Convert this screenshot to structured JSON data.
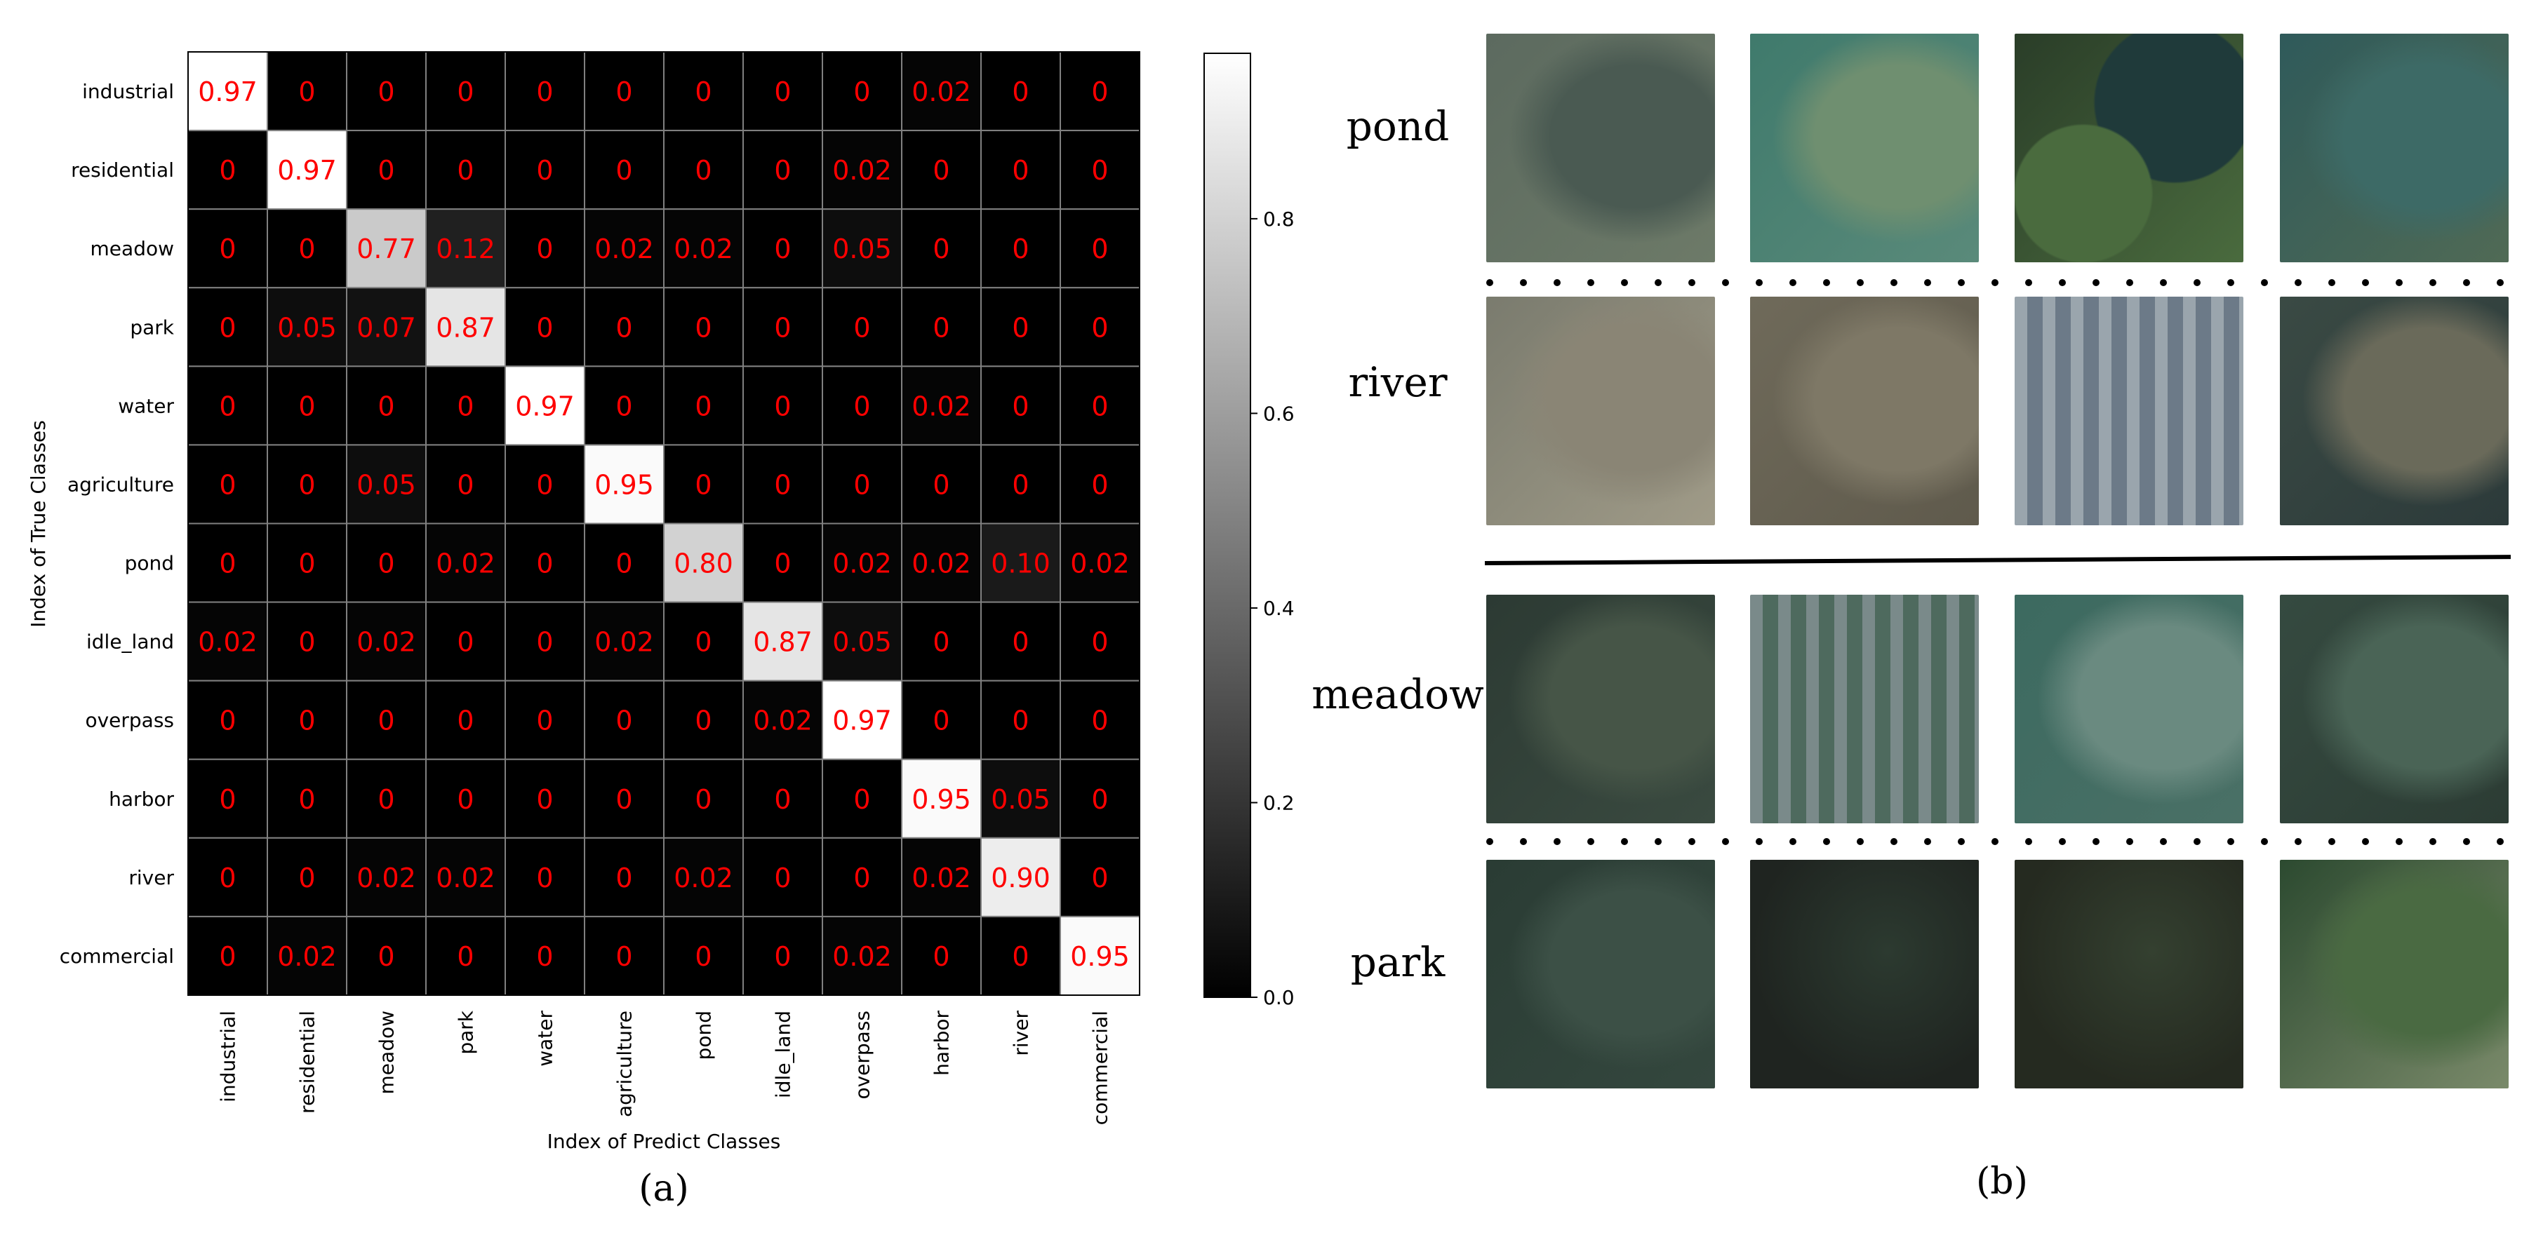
{
  "chart_data": {
    "type": "heatmap",
    "title": "",
    "xlabel": "Index of Predict Classes",
    "ylabel": "Index of True Classes",
    "row_labels": [
      "industrial",
      "residential",
      "meadow",
      "park",
      "water",
      "agriculture",
      "pond",
      "idle_land",
      "overpass",
      "harbor",
      "river",
      "commercial"
    ],
    "col_labels": [
      "industrial",
      "residential",
      "meadow",
      "park",
      "water",
      "agriculture",
      "pond",
      "idle_land",
      "overpass",
      "harbor",
      "river",
      "commercial"
    ],
    "values": [
      [
        0.97,
        0,
        0,
        0,
        0,
        0,
        0,
        0,
        0,
        0.02,
        0,
        0
      ],
      [
        0,
        0.97,
        0,
        0,
        0,
        0,
        0,
        0,
        0.02,
        0,
        0,
        0
      ],
      [
        0,
        0,
        0.77,
        0.12,
        0,
        0.02,
        0.02,
        0,
        0.05,
        0,
        0,
        0
      ],
      [
        0,
        0.05,
        0.07,
        0.87,
        0,
        0,
        0,
        0,
        0,
        0,
        0,
        0
      ],
      [
        0,
        0,
        0,
        0,
        0.97,
        0,
        0,
        0,
        0,
        0.02,
        0,
        0
      ],
      [
        0,
        0,
        0.05,
        0,
        0,
        0.95,
        0,
        0,
        0,
        0,
        0,
        0
      ],
      [
        0,
        0,
        0,
        0.02,
        0,
        0,
        0.8,
        0,
        0.02,
        0.02,
        0.1,
        0.02
      ],
      [
        0.02,
        0,
        0.02,
        0,
        0,
        0.02,
        0,
        0.87,
        0.05,
        0,
        0,
        0
      ],
      [
        0,
        0,
        0,
        0,
        0,
        0,
        0,
        0.02,
        0.97,
        0,
        0,
        0
      ],
      [
        0,
        0,
        0,
        0,
        0,
        0,
        0,
        0,
        0,
        0.95,
        0.05,
        0
      ],
      [
        0,
        0,
        0.02,
        0.02,
        0,
        0,
        0.02,
        0,
        0,
        0.02,
        0.9,
        0
      ],
      [
        0,
        0.02,
        0,
        0,
        0,
        0,
        0,
        0,
        0.02,
        0,
        0,
        0.95
      ]
    ],
    "cell_labels": [
      [
        "0.97",
        "0",
        "0",
        "0",
        "0",
        "0",
        "0",
        "0",
        "0",
        "0.02",
        "0",
        "0"
      ],
      [
        "0",
        "0.97",
        "0",
        "0",
        "0",
        "0",
        "0",
        "0",
        "0.02",
        "0",
        "0",
        "0"
      ],
      [
        "0",
        "0",
        "0.77",
        "0.12",
        "0",
        "0.02",
        "0.02",
        "0",
        "0.05",
        "0",
        "0",
        "0"
      ],
      [
        "0",
        "0.05",
        "0.07",
        "0.87",
        "0",
        "0",
        "0",
        "0",
        "0",
        "0",
        "0",
        "0"
      ],
      [
        "0",
        "0",
        "0",
        "0",
        "0.97",
        "0",
        "0",
        "0",
        "0",
        "0.02",
        "0",
        "0"
      ],
      [
        "0",
        "0",
        "0.05",
        "0",
        "0",
        "0.95",
        "0",
        "0",
        "0",
        "0",
        "0",
        "0"
      ],
      [
        "0",
        "0",
        "0",
        "0.02",
        "0",
        "0",
        "0.80",
        "0",
        "0.02",
        "0.02",
        "0.10",
        "0.02"
      ],
      [
        "0.02",
        "0",
        "0.02",
        "0",
        "0",
        "0.02",
        "0",
        "0.87",
        "0.05",
        "0",
        "0",
        "0"
      ],
      [
        "0",
        "0",
        "0",
        "0",
        "0",
        "0",
        "0",
        "0.02",
        "0.97",
        "0",
        "0",
        "0"
      ],
      [
        "0",
        "0",
        "0",
        "0",
        "0",
        "0",
        "0",
        "0",
        "0",
        "0.95",
        "0.05",
        "0"
      ],
      [
        "0",
        "0",
        "0.02",
        "0.02",
        "0",
        "0",
        "0.02",
        "0",
        "0",
        "0.02",
        "0.90",
        "0"
      ],
      [
        "0",
        "0.02",
        "0",
        "0",
        "0",
        "0",
        "0",
        "0",
        "0.02",
        "0",
        "0",
        "0.95"
      ]
    ],
    "colorbar": {
      "range": [
        0,
        0.97
      ],
      "ticks": [
        "0.0",
        "0.2",
        "0.4",
        "0.6",
        "0.8"
      ],
      "tick_values": [
        0,
        0.2,
        0.4,
        0.6,
        0.8
      ]
    },
    "colormap": "gray",
    "cell_text_color": "#ff0000",
    "grid": true
  },
  "panel_a_caption": "(a)",
  "panel_b": {
    "caption": "(b)",
    "rows": [
      {
        "label": "pond",
        "tiles": [
          {
            "colors": [
              "#5c6a5f",
              "#4a5a52",
              "#6d7a68"
            ],
            "kind": "water"
          },
          {
            "colors": [
              "#3f7a6c",
              "#6f8f70",
              "#5a8a7a"
            ],
            "kind": "water"
          },
          {
            "colors": [
              "#2a3d28",
              "#4a6b3e",
              "#1f3a3a"
            ],
            "kind": "mixed"
          },
          {
            "colors": [
              "#2f5a5a",
              "#3d6a66",
              "#506a55"
            ],
            "kind": "water"
          }
        ]
      },
      {
        "label": "river",
        "tiles": [
          {
            "colors": [
              "#7a7b6e",
              "#8a8575",
              "#a09b88"
            ],
            "kind": "water"
          },
          {
            "colors": [
              "#6f6a5a",
              "#7e7866",
              "#5f5a4c"
            ],
            "kind": "water"
          },
          {
            "colors": [
              "#2f6a66",
              "#6c7a88",
              "#9aa5ad"
            ],
            "kind": "urban"
          },
          {
            "colors": [
              "#3a4a44",
              "#6a6a5a",
              "#2c3a3a"
            ],
            "kind": "water"
          }
        ]
      },
      {
        "label": "meadow",
        "tiles": [
          {
            "colors": [
              "#2c3a33",
              "#465547",
              "#3a4a40"
            ],
            "kind": "green"
          },
          {
            "colors": [
              "#3c5a52",
              "#4e6a5e",
              "#7a8a8a"
            ],
            "kind": "urban"
          },
          {
            "colors": [
              "#3c6a60",
              "#6a8a80",
              "#4a7066"
            ],
            "kind": "green"
          },
          {
            "colors": [
              "#354a40",
              "#4a6456",
              "#2c3c34"
            ],
            "kind": "green"
          }
        ]
      },
      {
        "label": "park",
        "tiles": [
          {
            "colors": [
              "#2a3c34",
              "#3c5046",
              "#34473e"
            ],
            "kind": "green"
          },
          {
            "colors": [
              "#1f2420",
              "#2c3a30",
              "#262b26"
            ],
            "kind": "dark"
          },
          {
            "colors": [
              "#252a20",
              "#344030",
              "#2a3226"
            ],
            "kind": "dark"
          },
          {
            "colors": [
              "#2c4a30",
              "#4a6a42",
              "#7a8a6a"
            ],
            "kind": "green"
          }
        ]
      }
    ]
  }
}
